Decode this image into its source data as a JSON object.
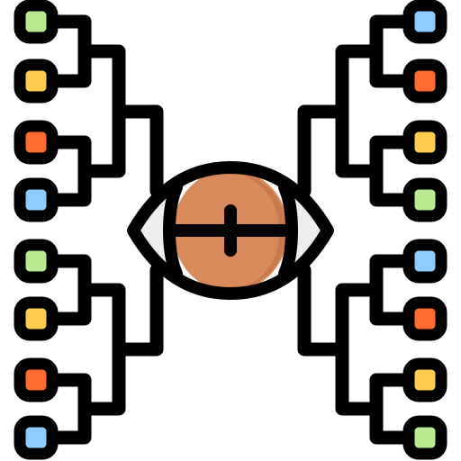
{
  "icon": {
    "name": "football-tournament-bracket-icon",
    "stroke_color": "#000000",
    "ball_color": "#d98a5a",
    "ball_shadow_color": "#c97a4a",
    "ball_side_color": "#efecef",
    "left_slots": [
      "green",
      "yellow",
      "orange",
      "blue",
      "green",
      "yellow",
      "orange",
      "blue"
    ],
    "right_slots": [
      "blue",
      "orange",
      "yellow",
      "green",
      "blue",
      "orange",
      "yellow",
      "green"
    ],
    "colors": {
      "green": "#b9ea90",
      "yellow": "#ffcd4c",
      "orange": "#ff6b2e",
      "blue": "#8ecbff"
    }
  }
}
